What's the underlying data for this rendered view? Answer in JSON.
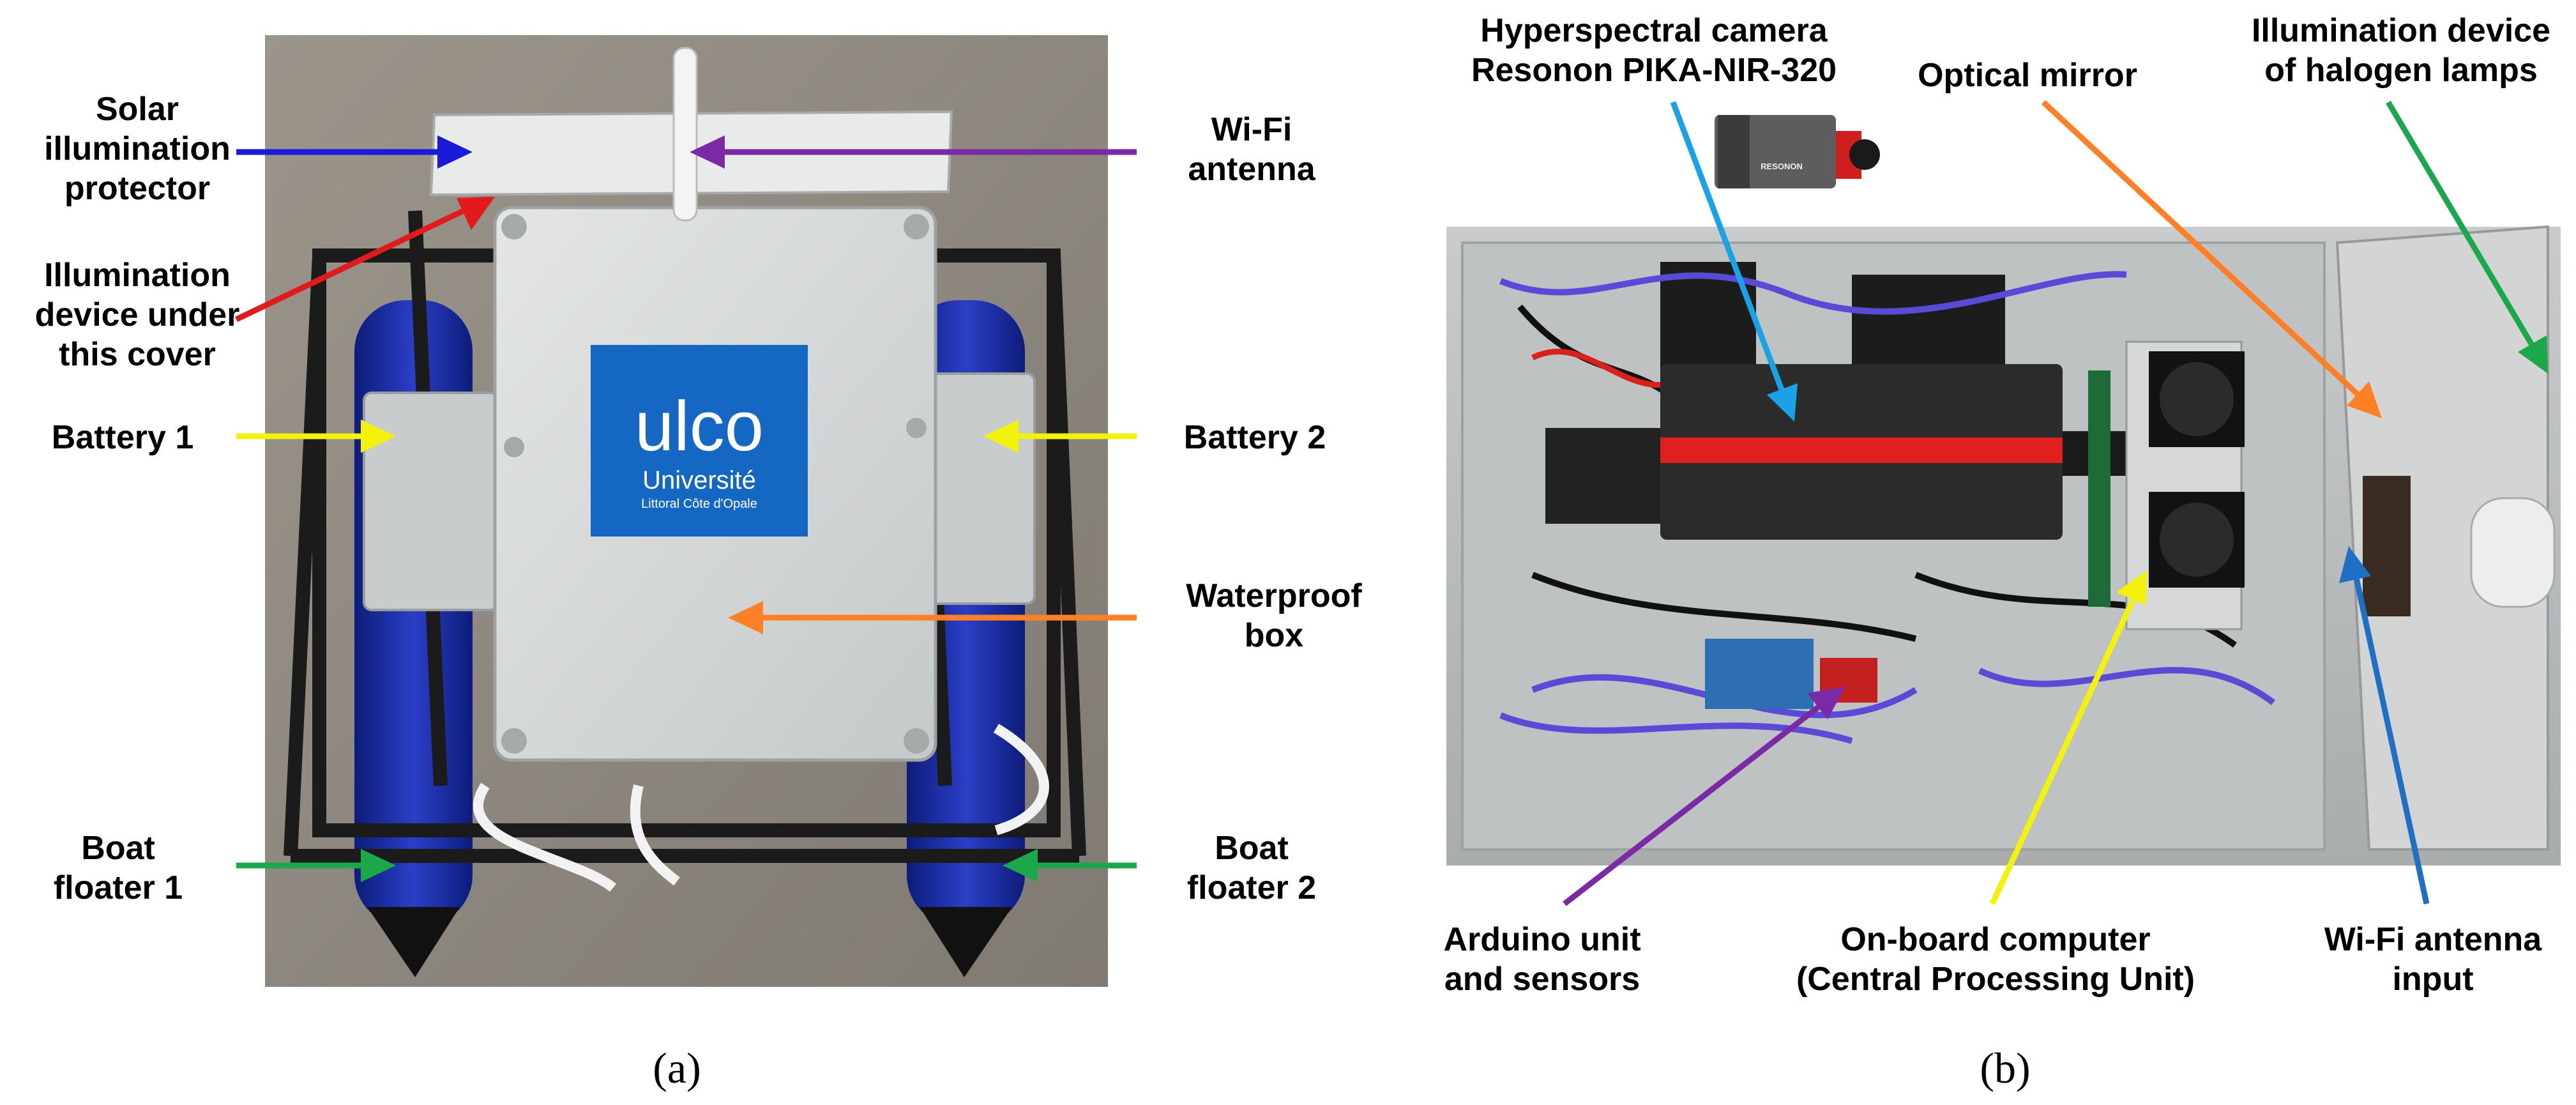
{
  "colors": {
    "blue": "#1a1ad8",
    "purple": "#7b2aa6",
    "red": "#e11b1b",
    "yellow": "#f2f20d",
    "orange": "#ff7f27",
    "green": "#1aa84a",
    "sky": "#19a3e6",
    "steel_blue": "#1f6fc4",
    "ulco_blue": "#1467c2"
  },
  "panel_a": {
    "caption": "(a)",
    "logo": {
      "line1": "ulco",
      "line2": "Université",
      "line3": "Littoral Côte d'Opale"
    },
    "labels": {
      "solar_protector": [
        "Solar",
        "illumination",
        "protector"
      ],
      "illumination_device": [
        "Illumination",
        "device under",
        "this cover"
      ],
      "battery1": [
        "Battery 1"
      ],
      "boat_floater1": [
        "Boat",
        "floater 1"
      ],
      "wifi_antenna": [
        "Wi-Fi",
        "antenna"
      ],
      "battery2": [
        "Battery 2"
      ],
      "waterproof_box": [
        "Waterproof",
        "box"
      ],
      "boat_floater2": [
        "Boat",
        "floater 2"
      ]
    }
  },
  "panel_b": {
    "caption": "(b)",
    "camera_brand": "RESONON",
    "labels": {
      "hyperspectral_camera": [
        "Hyperspectral camera",
        "Resonon PIKA-NIR-320"
      ],
      "optical_mirror": [
        "Optical mirror"
      ],
      "illumination_halogen": [
        "Illumination device",
        "of halogen lamps"
      ],
      "arduino": [
        "Arduino unit",
        "and sensors"
      ],
      "onboard_computer": [
        "On-board computer",
        "(Central Processing Unit)"
      ],
      "wifi_input": [
        "Wi-Fi antenna",
        "input"
      ]
    }
  }
}
